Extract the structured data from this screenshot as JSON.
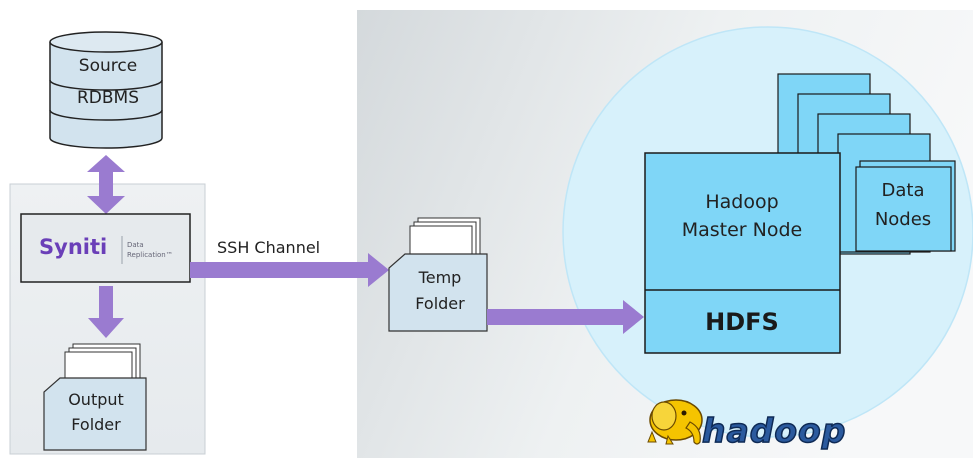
{
  "source_db": {
    "line1": "Source",
    "line2": "RDBMS"
  },
  "syniti": {
    "brand": "Syniti",
    "sub1": "Data",
    "sub2": "Replication™"
  },
  "ssh": {
    "label": "SSH Channel"
  },
  "output_folder": {
    "line1": "Output",
    "line2": "Folder"
  },
  "temp_folder": {
    "line1": "Temp",
    "line2": "Folder"
  },
  "master_node": {
    "line1": "Hadoop",
    "line2": "Master Node",
    "hdfs": "HDFS"
  },
  "data_nodes": {
    "line1": "Data",
    "line2": "Nodes"
  },
  "hadoop_logo": {
    "text": "hadoop"
  },
  "colors": {
    "arrow": "#9a7bd0",
    "box_fill": "#d2e3ee",
    "node_fill": "#7fd6f7",
    "circle_fill": "#d7f1fb",
    "syniti_purple": "#6a3fb8",
    "logo_yellow": "#f5c400",
    "logo_blue": "#2b5a9e"
  }
}
